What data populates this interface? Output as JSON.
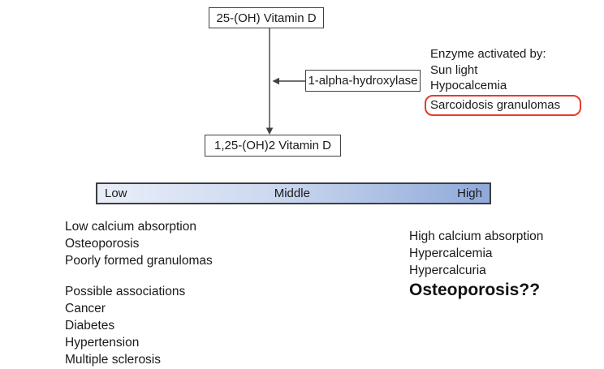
{
  "flowchart": {
    "source_box": "25-(OH) Vitamin D",
    "enzyme_box": "1-alpha-hydroxylase",
    "product_box": "1,25-(OH)2 Vitamin D",
    "enzyme_info": {
      "title": "Enzyme activated by:",
      "items": [
        "Sun light",
        "Hypocalcemia",
        "Sarcoidosis granulomas"
      ],
      "highlighted_item": "Sarcoidosis granulomas"
    }
  },
  "scale_bar": {
    "labels": [
      "Low",
      "Middle",
      "High"
    ],
    "gradient_start": "#e9eef9",
    "gradient_end": "#8fa9da",
    "border_color": "#3d3d3d"
  },
  "low_level_effects": {
    "items": [
      "Low calcium absorption",
      "Osteoporosis",
      "Poorly formed granulomas"
    ]
  },
  "possible_associations": {
    "title": "Possible associations",
    "items": [
      "Cancer",
      "Diabetes",
      "Hypertension",
      "Multiple sclerosis"
    ]
  },
  "high_level_effects": {
    "items": [
      "High calcium absorption",
      "Hypercalcemia",
      "Hypercalcuria"
    ],
    "emphasis": "Osteoporosis??"
  },
  "colors": {
    "arrow": "#404040",
    "box_border": "#404040",
    "highlight_border": "#e8392b"
  }
}
